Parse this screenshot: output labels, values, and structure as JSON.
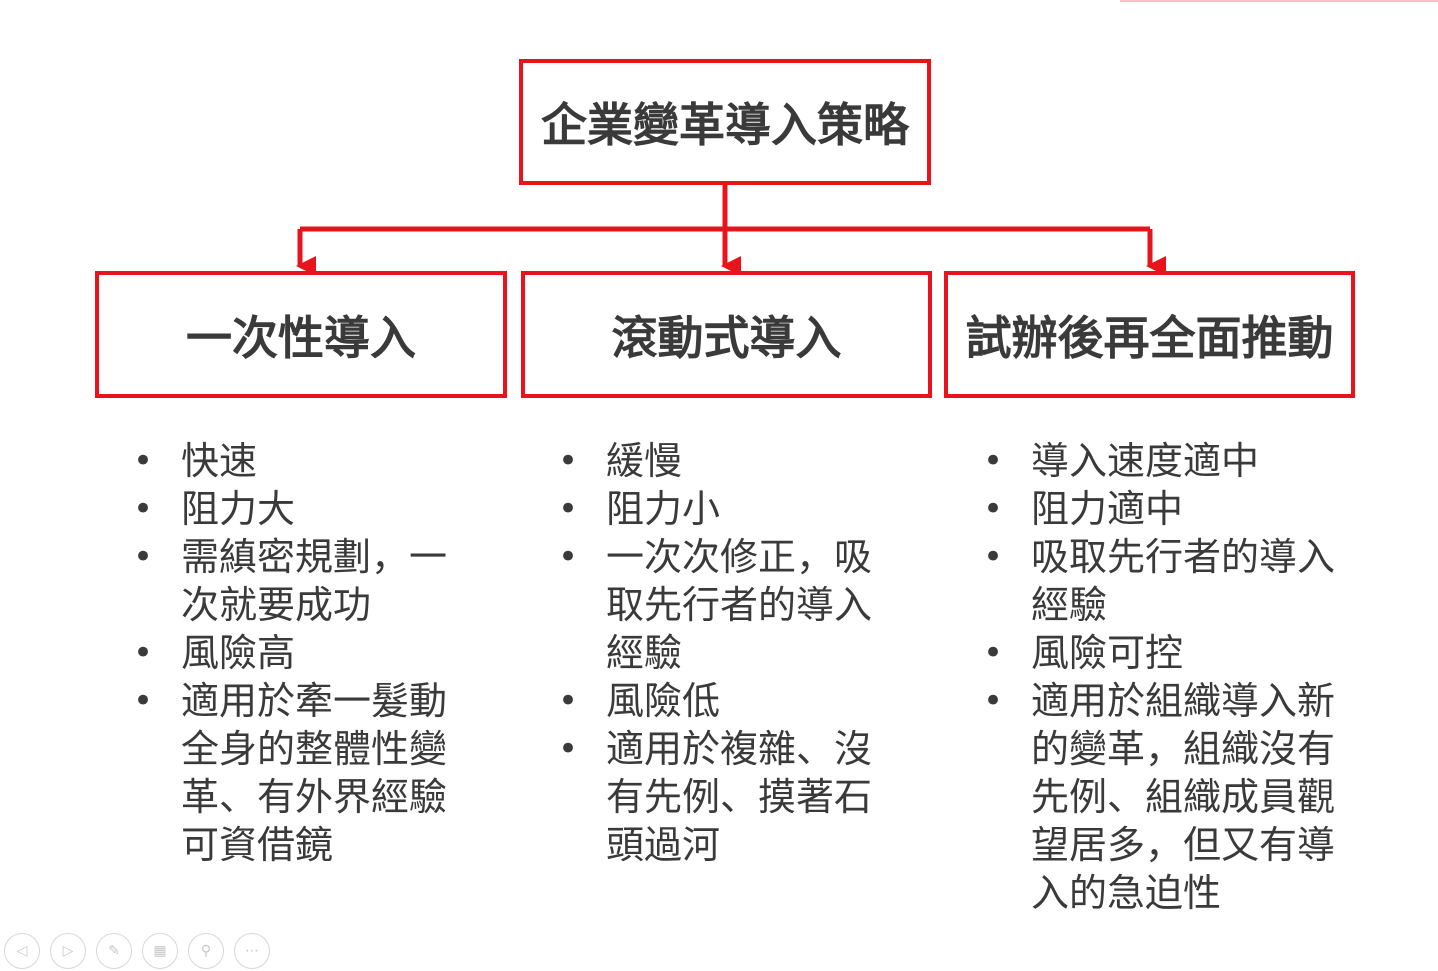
{
  "diagram": {
    "root": "企業變革導入策略",
    "branches": [
      {
        "title": "一次性導入",
        "bullets": [
          "快速",
          "阻力大",
          "需縝密規劃，一次就要成功",
          "風險高",
          "適用於牽一髮動全身的整體性變革、有外界經驗可資借鏡"
        ]
      },
      {
        "title": "滾動式導入",
        "bullets": [
          "緩慢",
          "阻力小",
          "一次次修正，吸取先行者的導入經驗",
          "風險低",
          "適用於複雜、沒有先例、摸著石頭過河"
        ]
      },
      {
        "title": "試辦後再全面推動",
        "bullets": [
          "導入速度適中",
          "阻力適中",
          "吸取先行者的導入經驗",
          "風險可控",
          "適用於組織導入新的變革，組織沒有先例、組織成員觀望居多，但又有導入的急迫性"
        ]
      }
    ],
    "accent_color": "#e8141b"
  },
  "nav": {
    "icons": [
      "prev-icon",
      "next-icon",
      "pen-icon",
      "slides-icon",
      "zoom-icon",
      "more-icon"
    ]
  }
}
